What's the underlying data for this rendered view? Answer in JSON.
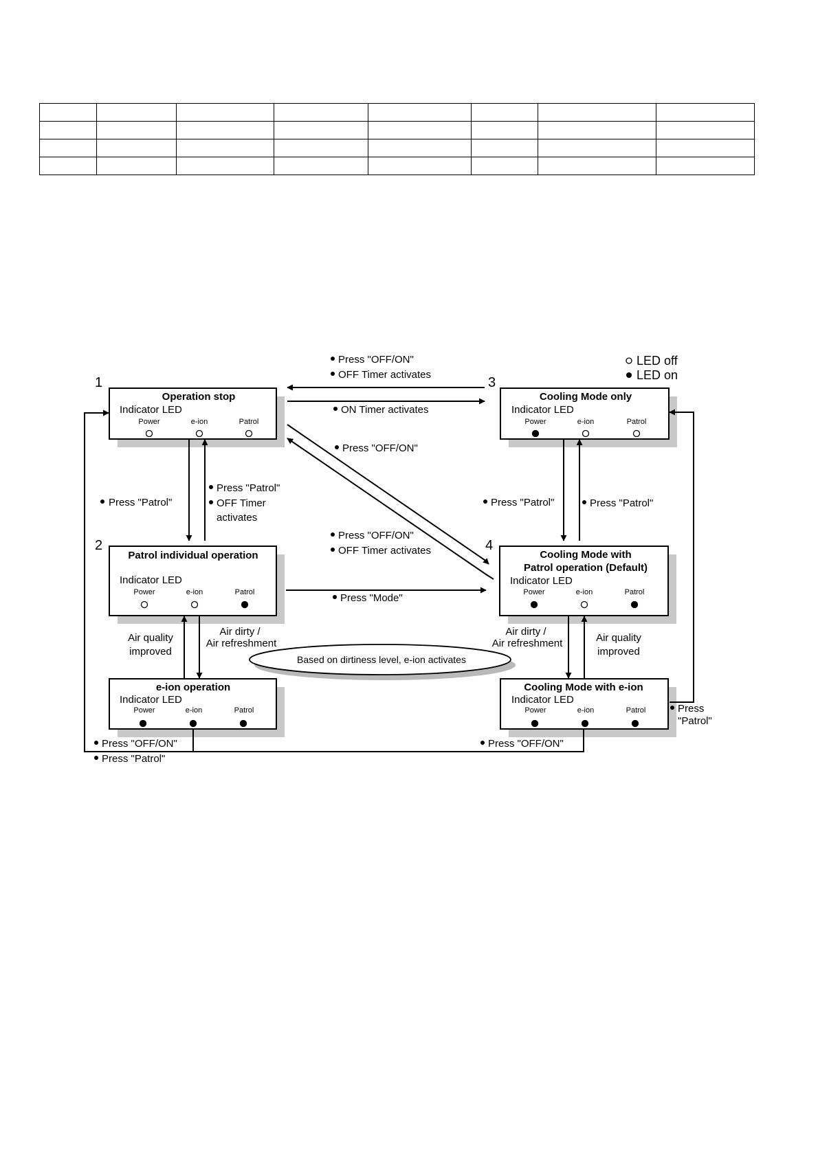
{
  "table": {
    "rows": 4,
    "cols": 8
  },
  "legend": {
    "off": "LED off",
    "on": "LED on"
  },
  "states": {
    "s1": {
      "number": "1",
      "title": "Operation stop",
      "subtitle": "Indicator LED",
      "leds": [
        {
          "label": "Power",
          "on": false
        },
        {
          "label": "e-ion",
          "on": false
        },
        {
          "label": "Patrol",
          "on": false
        }
      ]
    },
    "s3": {
      "number": "3",
      "title": "Cooling Mode only",
      "subtitle": "Indicator LED",
      "leds": [
        {
          "label": "Power",
          "on": true
        },
        {
          "label": "e-ion",
          "on": false
        },
        {
          "label": "Patrol",
          "on": false
        }
      ]
    },
    "s2": {
      "number": "2",
      "title": "Patrol individual operation",
      "subtitle": "Indicator LED",
      "leds": [
        {
          "label": "Power",
          "on": false
        },
        {
          "label": "e-ion",
          "on": false
        },
        {
          "label": "Patrol",
          "on": true
        }
      ]
    },
    "s4": {
      "number": "4",
      "title": "Cooling Mode with",
      "title2": "Patrol operation (Default)",
      "subtitle": "Indicator LED",
      "leds": [
        {
          "label": "Power",
          "on": true
        },
        {
          "label": "e-ion",
          "on": false
        },
        {
          "label": "Patrol",
          "on": true
        }
      ]
    },
    "s5": {
      "title": "e-ion operation",
      "subtitle": "Indicator LED",
      "leds": [
        {
          "label": "Power",
          "on": true
        },
        {
          "label": "e-ion",
          "on": true
        },
        {
          "label": "Patrol",
          "on": true
        }
      ]
    },
    "s6": {
      "title": "Cooling Mode with e-ion",
      "subtitle": "Indicator LED",
      "leds": [
        {
          "label": "Power",
          "on": true
        },
        {
          "label": "e-ion",
          "on": true
        },
        {
          "label": "Patrol",
          "on": true
        }
      ]
    }
  },
  "transitions": {
    "t1_3_top": "Press \"OFF/ON\"",
    "t1_3_top2": "OFF Timer activates",
    "t1_3_on": "ON Timer activates",
    "t1_4_diag": "Press \"OFF/ON\"",
    "t1_2_down": "Press \"Patrol\"",
    "t2_1_up": "Press \"Patrol\"",
    "t2_1_up2": "OFF Timer",
    "t2_1_up3": "activates",
    "t3_4_down": "Press \"Patrol\"",
    "t4_3_up": "Press \"Patrol\"",
    "t4_1_a": "Press \"OFF/ON\"",
    "t4_1_b": "OFF Timer activates",
    "t2_4_mode": "Press \"Mode\"",
    "aq_left_1": "Air quality",
    "aq_left_2": "improved",
    "ad_left_1": "Air dirty /",
    "ad_left_2": "Air refreshment",
    "ad_right_1": "Air dirty /",
    "ad_right_2": "Air refreshment",
    "aq_right_1": "Air quality",
    "aq_right_2": "improved",
    "ellipse": "Based on dirtiness level, e-ion activates",
    "bottom_left_1": "Press \"OFF/ON\"",
    "bottom_left_2": "Press \"Patrol\"",
    "bottom_right": "Press \"OFF/ON\"",
    "right_patrol_1": "Press",
    "right_patrol_2": "\"Patrol\""
  }
}
